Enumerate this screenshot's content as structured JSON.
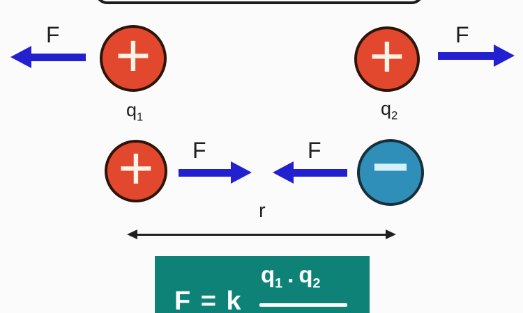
{
  "colors": {
    "background": "#fbfbfb",
    "positive_charge": "#e2482d",
    "positive_border": "#2e150a",
    "positive_sign": "#fdf3e7",
    "negative_charge": "#2f8fb8",
    "negative_border": "#16303c",
    "negative_sign": "#d6f0f7",
    "force_arrow": "#2220cf",
    "formula_box": "#0f8278",
    "formula_text": "#ffffff",
    "diagram_text": "#1f1f1f",
    "title_border": "#1c1c1c"
  },
  "repulsion": {
    "left_force": "F",
    "right_force": "F",
    "left_sign": "+",
    "right_sign": "+"
  },
  "charge_labels": {
    "q1": {
      "base": "q",
      "sub": "1"
    },
    "q2": {
      "base": "q",
      "sub": "2"
    }
  },
  "attraction": {
    "left_force": "F",
    "right_force": "F",
    "left_sign": "+",
    "right_sign": "−"
  },
  "distance": {
    "label": "r"
  },
  "formula": {
    "lhs": "F = k",
    "num_q1_base": "q",
    "num_q1_sub": "1",
    "num_dot": ".",
    "num_q2_base": "q",
    "num_q2_sub": "2"
  }
}
